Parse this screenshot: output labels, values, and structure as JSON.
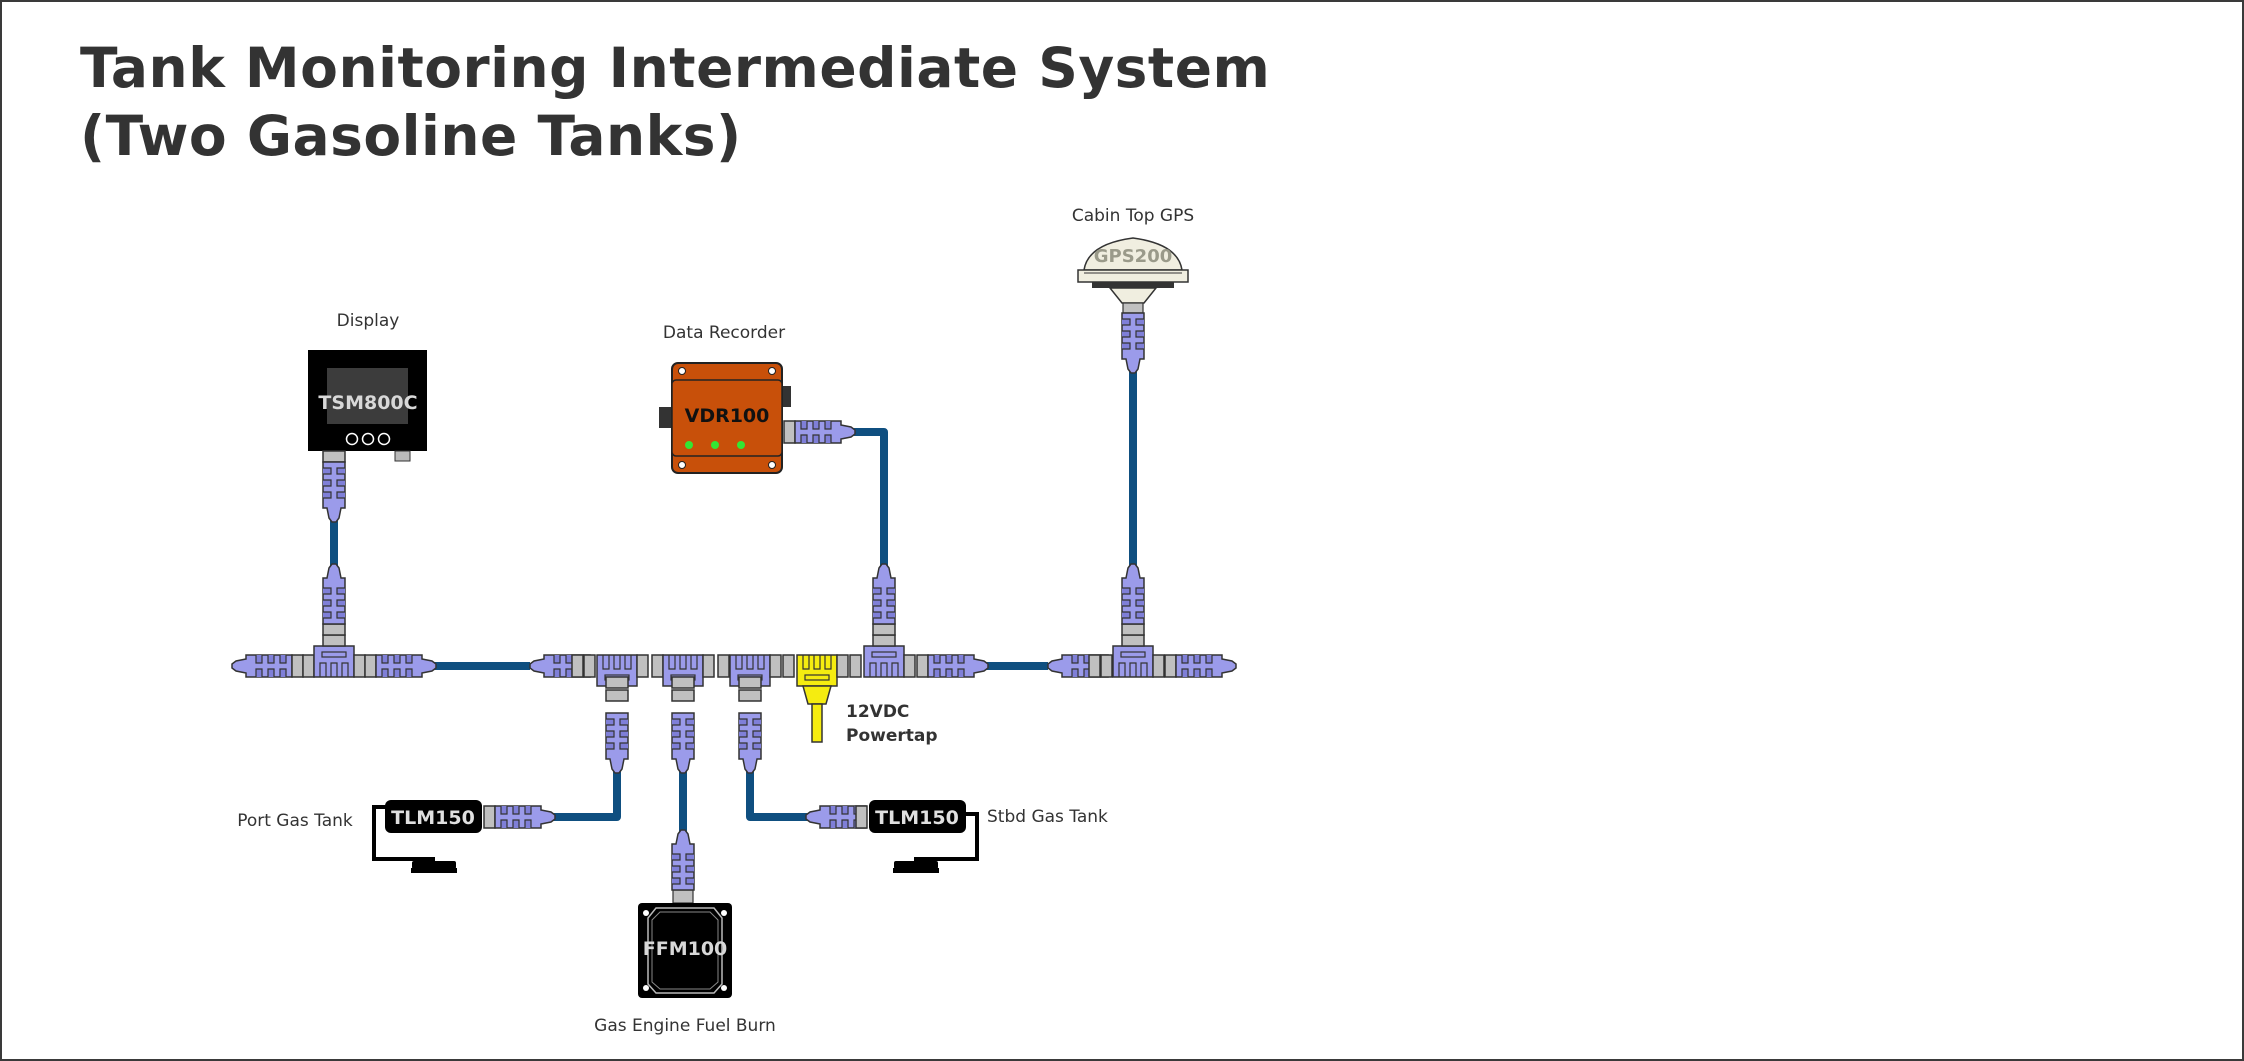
{
  "title": {
    "line1": "Tank Monitoring Intermediate System",
    "line2": "(Two Gasoline Tanks)"
  },
  "colors": {
    "cable": "#0f4f80",
    "connector": "#9b9bea",
    "coupling": "#c0c0c0",
    "powertap": "#f5ec10",
    "vdr_body": "#c8500a",
    "led": "#33e633",
    "device_black": "#000000",
    "gps_body": "#f0eee0",
    "text": "#333333"
  },
  "devices": {
    "display": {
      "label": "Display",
      "model": "TSM800C"
    },
    "recorder": {
      "label": "Data Recorder",
      "model": "VDR100"
    },
    "gps": {
      "label": "Cabin Top GPS",
      "model": "GPS200"
    },
    "port_tank": {
      "label": "Port Gas Tank",
      "model": "TLM150"
    },
    "stbd_tank": {
      "label": "Stbd Gas Tank",
      "model": "TLM150"
    },
    "fuel_burn": {
      "label": "Gas Engine Fuel Burn",
      "model": "FFM100"
    },
    "powertap": {
      "line1": "12VDC",
      "line2": "Powertap"
    }
  }
}
